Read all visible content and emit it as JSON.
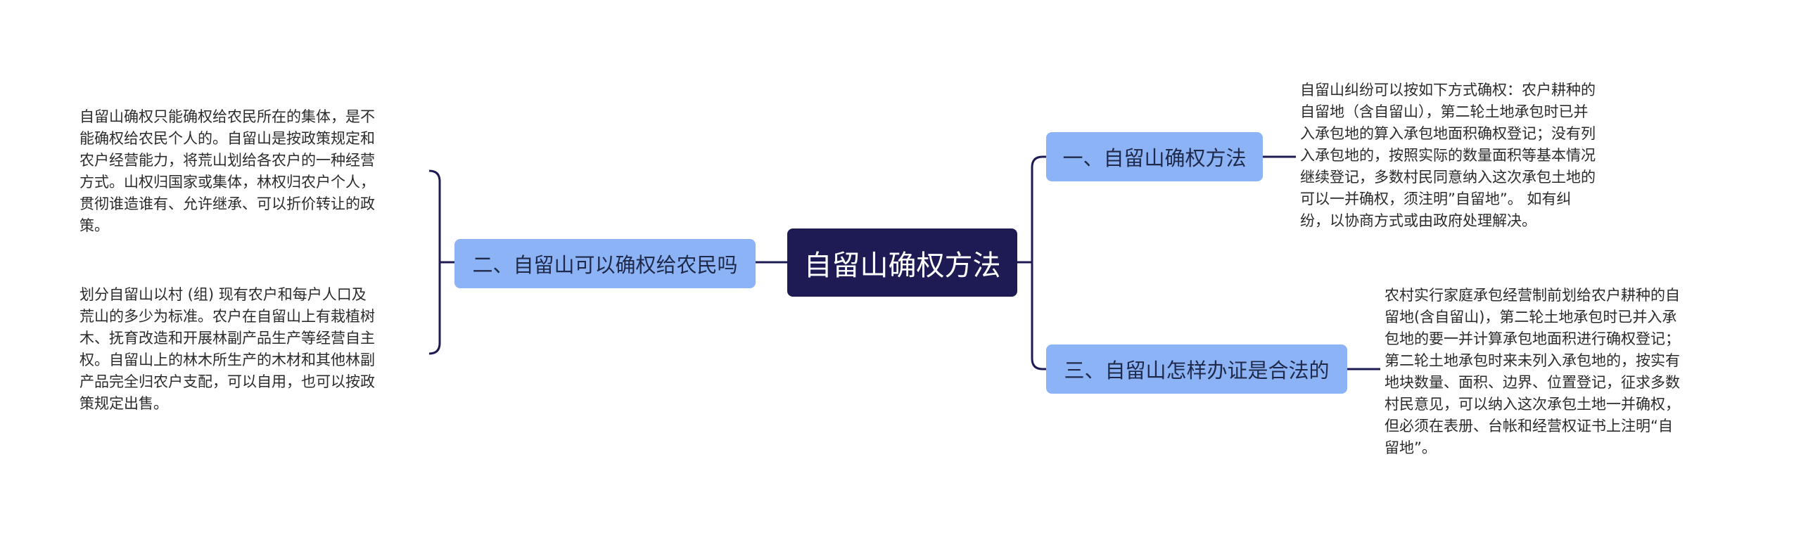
{
  "root": {
    "label": "自留山确权方法"
  },
  "branches": [
    {
      "label": "二、自留山可以确权给农民吗",
      "leaves": [
        "自留山确权只能确权给农民所在的集体，是不\n能确权给农民个人的。自留山是按政策规定和\n农户经营能力，将荒山划给各农户的一种经营\n方式。山权归国家或集体，林权归农户个人，\n贯彻谁造谁有、允许继承、可以折价转让的政\n策。",
        "划分自留山以村 (组) 现有农户和每户人口及\n荒山的多少为标准。农户在自留山上有栽植树\n木、抚育改造和开展林副产品生产等经营自主\n权。自留山上的林木所生产的木材和其他林副\n产品完全归农户支配，可以自用，也可以按政\n策规定出售。"
      ]
    },
    {
      "label": "一、自留山确权方法",
      "leaves": [
        "自留山纠纷可以按如下方式确权：农户耕种的\n自留地（含自留山），第二轮土地承包时已并\n入承包地的算入承包地面积确权登记；没有列\n入承包地的，按照实际的数量面积等基本情况\n继续登记，多数村民同意纳入这次承包土地的\n可以一并确权，须注明”自留地”。 如有纠\n纷，以协商方式或由政府处理解决。"
      ]
    },
    {
      "label": "三、自留山怎样办证是合法的",
      "leaves": [
        "农村实行家庭承包经营制前划给农户耕种的自\n留地(含自留山)，第二轮土地承包时已并入承\n包地的要一并计算承包地面积进行确权登记；\n第二轮土地承包时来未列入承包地的，按实有\n地块数量、面积、边界、位置登记，征求多数\n村民意见，可以纳入这次承包土地一并确权，\n但必须在表册、台帐和经营权证书上注明“自\n留地”。"
      ]
    }
  ],
  "colors": {
    "root_bg": "#1e1b54",
    "branch_bg": "#8db3f7",
    "connector": "#1e1b54",
    "leaf_text": "#2b2b2b"
  }
}
